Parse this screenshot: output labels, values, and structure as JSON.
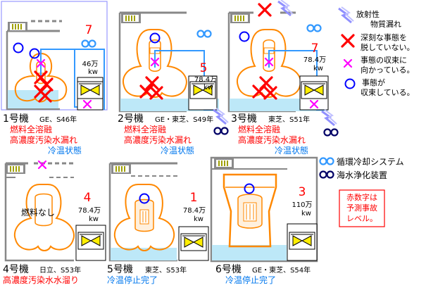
{
  "units": [
    {
      "id": "u1",
      "name": "1号機",
      "maker_year": "GE、S46年",
      "level": "7",
      "output": [
        "46万",
        "kw"
      ],
      "status_red": [
        "燃料全溶融",
        "高濃度汚染水漏れ"
      ],
      "status_blue": [
        "冷温状態"
      ],
      "marks_red": 4,
      "marks_magenta": 2,
      "marks_blue": 2
    },
    {
      "id": "u2",
      "name": "2号機",
      "maker_year": "GE・東芝、S49年",
      "level": "5",
      "output": [
        "78.4万",
        "kw"
      ],
      "status_red": [
        "燃料全溶融",
        "高濃度汚染水漏れ"
      ],
      "status_blue": [
        "冷温状態"
      ],
      "marks_red": 3,
      "marks_magenta": 1,
      "marks_blue": 1
    },
    {
      "id": "u3",
      "name": "3号機",
      "maker_year": "東芝、S51年",
      "level": "7",
      "output": [
        "78.4万",
        "kw"
      ],
      "status_red": [
        "燃料全溶融",
        "高濃度汚染水漏れ"
      ],
      "status_blue": [
        "冷温状態"
      ],
      "marks_red": 4,
      "marks_magenta": 2,
      "marks_blue": 1
    },
    {
      "id": "u4",
      "name": "4号機",
      "maker_year": "日立、S53年",
      "level": "4",
      "output": [
        "78.4万",
        "kw"
      ],
      "inner_label": "燃料なし",
      "status_red": [
        "高濃度汚染水水溜り"
      ],
      "status_blue": [],
      "marks_red": 0,
      "marks_magenta": 1,
      "marks_blue": 0
    },
    {
      "id": "u5",
      "name": "5号機",
      "maker_year": "東芝、S53年",
      "level": "1",
      "output": [
        "78.4万",
        "kw"
      ],
      "status_red": [],
      "status_blue": [
        "冷温停止完了"
      ],
      "marks_red": 0,
      "marks_magenta": 0,
      "marks_blue": 1
    },
    {
      "id": "u6",
      "name": "6号機",
      "maker_year": "GE・東芝、S54年",
      "level": "3",
      "output": [
        "110万",
        "kw"
      ],
      "status_red": [],
      "status_blue": [
        "冷温停止完了"
      ],
      "marks_red": 0,
      "marks_magenta": 0,
      "marks_blue": 1
    }
  ],
  "legend_top": {
    "items": [
      {
        "icon": "lightning-icon",
        "lines": [
          "放射性",
          "物質漏れ"
        ]
      },
      {
        "icon": "red-cross-icon",
        "lines": [
          "深刻な事態を",
          "脱していない。"
        ]
      },
      {
        "icon": "magenta-cross-icon",
        "lines": [
          "事態の収束に",
          "向かっている。"
        ]
      },
      {
        "icon": "blue-circle-icon",
        "lines": [
          "事態が",
          "収束している。"
        ]
      }
    ]
  },
  "legend_mid": {
    "items": [
      {
        "icon": "circulation-cooling-icon",
        "label": "循環冷却システム"
      },
      {
        "icon": "seawater-purification-icon",
        "label": "海水浄化装置"
      }
    ]
  },
  "note": [
    "赤数字は",
    "予測事故",
    "レベル。"
  ],
  "colors": {
    "red": "#ff0000",
    "magenta": "#ff00ff",
    "blue": "#0000ff",
    "cyan": "#3399ff",
    "navy": "#000066",
    "orange": "#ff8800",
    "water": "#bde8f8",
    "yellow": "#ffee00",
    "gray": "#aaaaaa"
  }
}
